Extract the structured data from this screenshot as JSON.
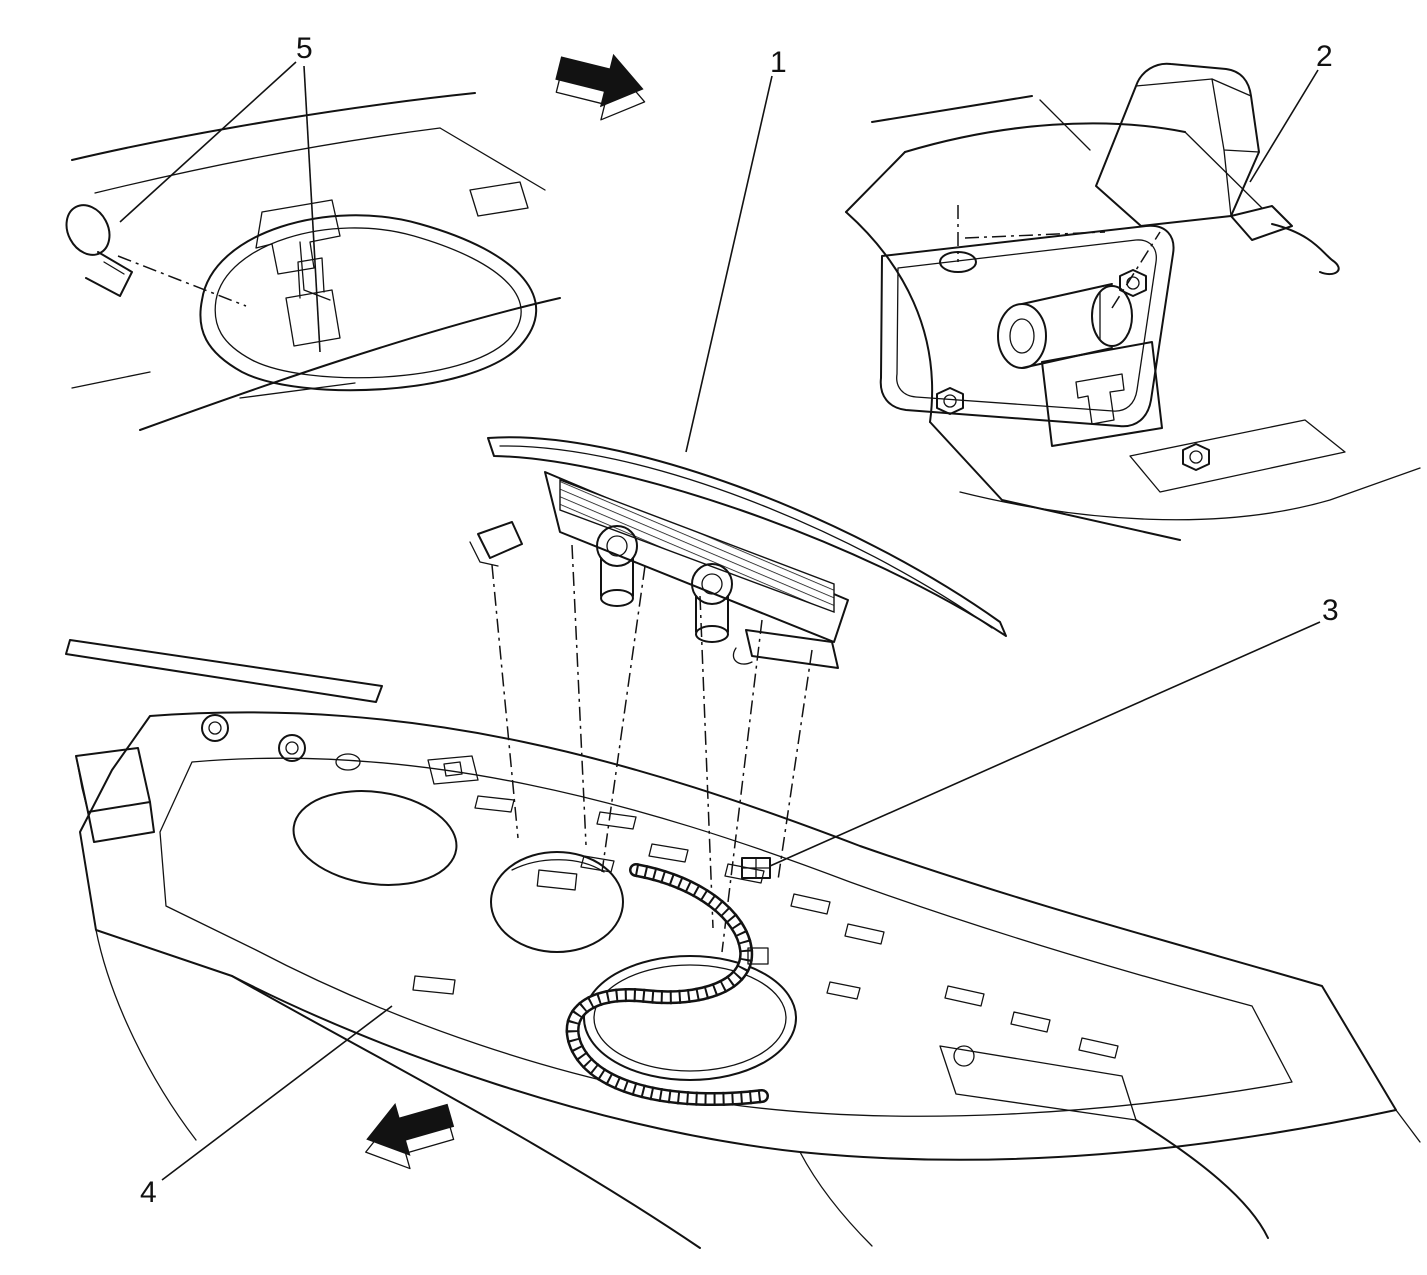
{
  "figure": {
    "type": "exploded-parts-line-diagram",
    "background": "#ffffff",
    "line_color": "#121212",
    "callouts": [
      {
        "label": "1",
        "target": "high-mounted-stop-lamp-assembly"
      },
      {
        "label": "2",
        "target": "cover-bracket-detail"
      },
      {
        "label": "3",
        "target": "harness-connector-on-shelf"
      },
      {
        "label": "4",
        "target": "rear-shelf-panel"
      },
      {
        "label": "5",
        "target": "bulb-and-socket"
      }
    ],
    "icons": [
      {
        "name": "direction-arrow-top",
        "meaning": "direction-of-view arrow"
      },
      {
        "name": "direction-arrow-bottom",
        "meaning": "direction-of-view arrow"
      }
    ]
  }
}
